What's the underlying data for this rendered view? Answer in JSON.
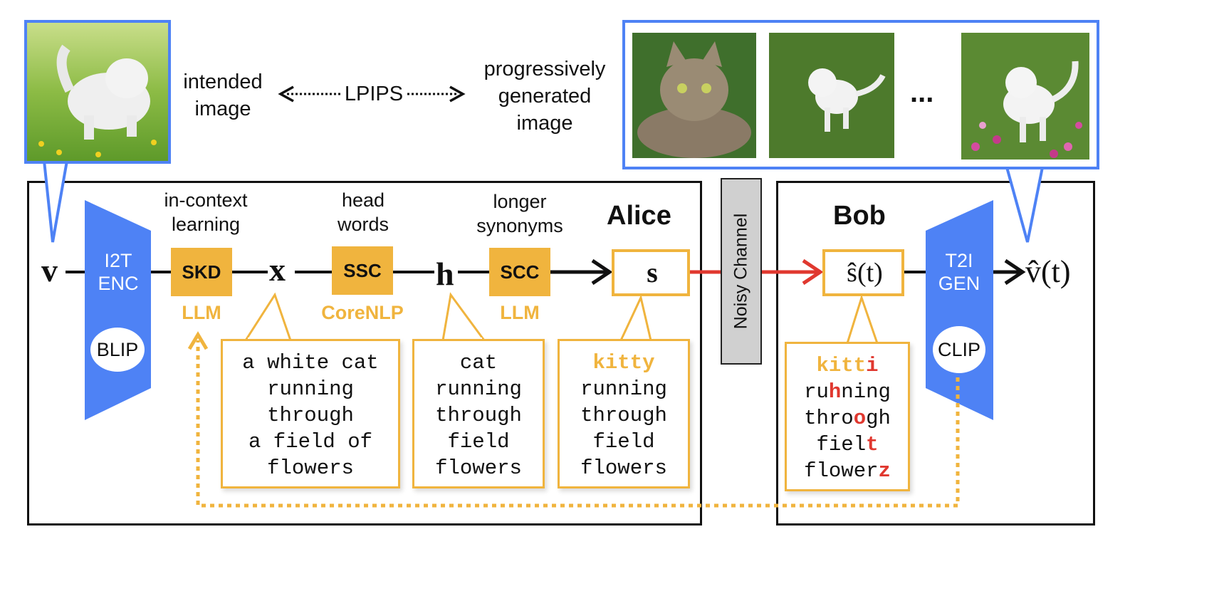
{
  "top": {
    "intended_label_1": "intended",
    "intended_label_2": "image",
    "metric": "LPIPS",
    "generated_label_1": "progressively",
    "generated_label_2": "generated",
    "generated_label_3": "image",
    "ellipsis": "..."
  },
  "alice": {
    "title": "Alice",
    "input_var": "v",
    "encoder_1": "I2T",
    "encoder_2": "ENC",
    "encoder_model": "BLIP",
    "skd": {
      "label": "SKD",
      "tool": "LLM",
      "note_1": "in-context",
      "note_2": "learning"
    },
    "x_var": "x",
    "ssc": {
      "label": "SSC",
      "tool": "CoreNLP",
      "note_1": "head",
      "note_2": "words"
    },
    "h_var": "h",
    "scc": {
      "label": "SCC",
      "tool": "LLM",
      "note_1": "longer",
      "note_2": "synonyms"
    },
    "s_var": "s",
    "x_text": [
      "a white cat",
      "running",
      "through",
      "a field of",
      "flowers"
    ],
    "h_text": [
      "cat",
      "running",
      "through",
      "field",
      "flowers"
    ],
    "s_text_first": "kitty",
    "s_text": [
      "running",
      "through",
      "field",
      "flowers"
    ]
  },
  "channel": {
    "label": "Noisy Channel"
  },
  "bob": {
    "title": "Bob",
    "s_hat_var": "ŝ(t)",
    "decoder_1": "T2I",
    "decoder_2": "GEN",
    "decoder_model": "CLIP",
    "output_var": "v̂(t)",
    "noisy_text": [
      {
        "ok": "kitt",
        "err": "i",
        "tail": "",
        "first": true
      },
      {
        "ok": "ru",
        "err": "h",
        "tail": "ning",
        "first": false
      },
      {
        "ok": "thro",
        "err": "o",
        "tail": "gh",
        "first": false
      },
      {
        "ok": "fiel",
        "err": "t",
        "tail": "",
        "first": false
      },
      {
        "ok": "flower",
        "err": "z",
        "tail": "",
        "first": false
      }
    ]
  },
  "colors": {
    "blue": "#4e82f5",
    "orange": "#f0b43e",
    "red": "#e0382f",
    "channel": "#d0d0d0"
  }
}
